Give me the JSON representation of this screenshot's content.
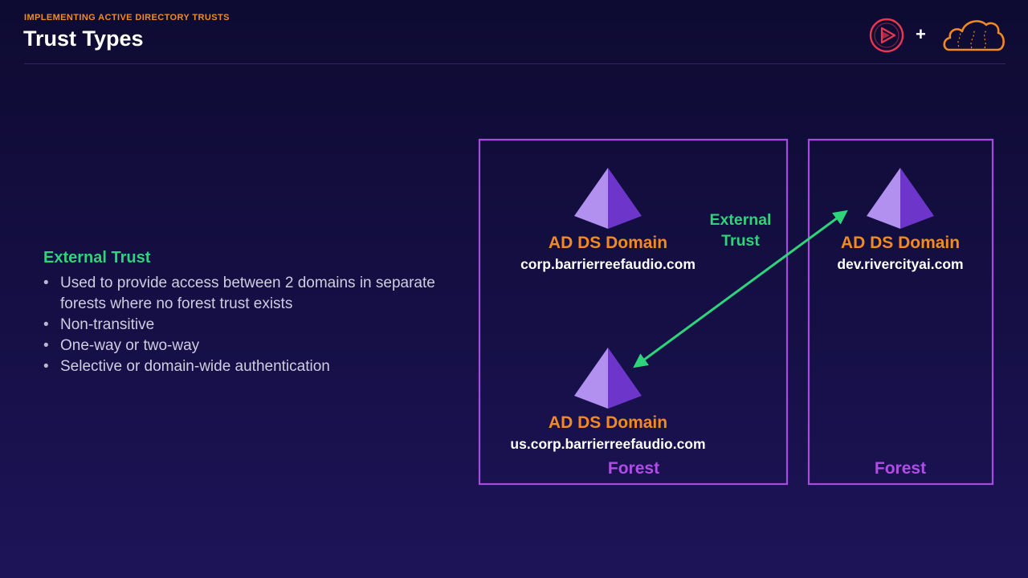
{
  "header": {
    "kicker": "IMPLEMENTING ACTIVE DIRECTORY TRUSTS",
    "title": "Trust Types"
  },
  "logos": {
    "plus": "+",
    "play_icon": "play-logo-icon",
    "cloud_icon": "cloud-logo-icon"
  },
  "content": {
    "heading": "External Trust",
    "bullets": [
      "Used to provide access between 2 domains in separate forests where no forest trust exists",
      "Non-transitive",
      "One-way or two-way",
      "Selective or domain-wide authentication"
    ]
  },
  "diagram": {
    "forests": [
      {
        "label": "Forest",
        "domains": [
          {
            "label": "AD DS Domain",
            "host": "corp.barrierreefaudio.com"
          },
          {
            "label": "AD DS Domain",
            "host": "us.corp.barrierreefaudio.com"
          }
        ]
      },
      {
        "label": "Forest",
        "domains": [
          {
            "label": "AD DS Domain",
            "host": "dev.rivercityai.com"
          }
        ]
      }
    ],
    "trust": {
      "line1": "External",
      "line2": "Trust",
      "direction": "two-way"
    }
  },
  "colors": {
    "accent_orange": "#f08a24",
    "trust_green": "#2fd37a",
    "forest_purple": "#b04de6",
    "domain_purple": "#9b6be6",
    "background": "#150f45"
  }
}
